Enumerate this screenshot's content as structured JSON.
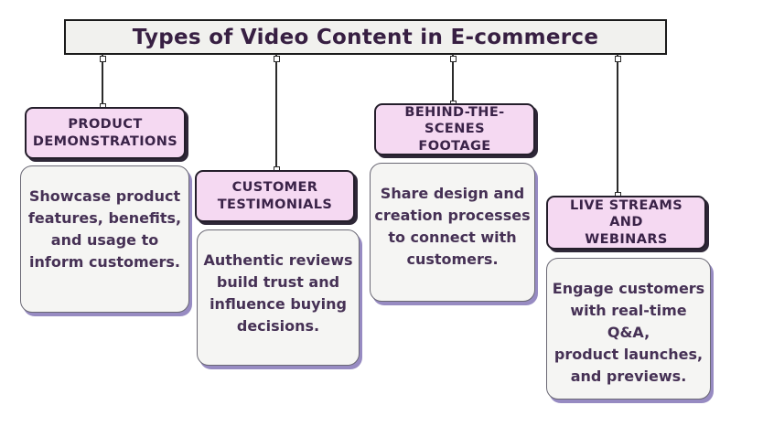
{
  "title": "Types of Video Content in E-commerce",
  "colors": {
    "title_fill": "#f1f1ee",
    "header_fill": "#f5d9f2",
    "description_fill": "#f5f5f3",
    "heading_text": "#3a2348",
    "body_text": "#463155",
    "box_border_dark": "#241e2b",
    "description_shadow_purple": "#978bc2",
    "connector_line": "#2b2b2b"
  },
  "branches": [
    {
      "id": "product-demonstrations",
      "title": "PRODUCT\nDEMONSTRATIONS",
      "description": "Showcase product\nfeatures, benefits,\nand usage to\ninform customers."
    },
    {
      "id": "customer-testimonials",
      "title": "CUSTOMER\nTESTIMONIALS",
      "description": "Authentic reviews\nbuild trust and\ninfluence buying\ndecisions."
    },
    {
      "id": "behind-the-scenes-footage",
      "title": "BEHIND-THE-\nSCENES\nFOOTAGE",
      "description": "Share design and\ncreation processes\nto connect with\ncustomers."
    },
    {
      "id": "live-streams-and-webinars",
      "title": "LIVE STREAMS\nAND\nWEBINARS",
      "description": "Engage customers\nwith real-time Q&A,\nproduct launches,\nand previews."
    }
  ]
}
